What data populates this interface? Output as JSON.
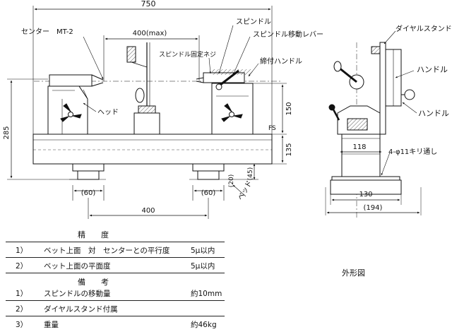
{
  "front_view": {
    "dim_total_width": "750",
    "dim_center_span": "400(max)",
    "dim_height": "285",
    "dim_150": "150",
    "dim_135": "135",
    "dim_45": "(45)",
    "dim_20": "(20)",
    "dim_foot_left": "(60)",
    "dim_foot_right": "(60)",
    "dim_foot_pitch": "400",
    "label_center": "センター　MT-2",
    "label_spindle": "スピンドル",
    "label_spindle_lever": "スピンドル移動レバー",
    "label_spindle_screw": "スピンドル固定ネジ",
    "label_clamp_handle": "締付ハンドル",
    "label_head": "ヘッド",
    "label_bed": "ベッド",
    "label_fs": "FS"
  },
  "side_view": {
    "label_dial_stand": "ダイヤルスタンド",
    "label_handle_upper": "ハンドル",
    "label_handle_lower": "ハンドル",
    "dim_118": "118",
    "dim_130": "130",
    "dim_194": "(194)",
    "label_holes": "4-φ11キリ通し"
  },
  "spec": {
    "accuracy_heading": "精　　度",
    "accuracy": [
      {
        "num": "1）",
        "item": "ベット上面　対　センターとの平行度",
        "value": "5μ以内"
      },
      {
        "num": "2）",
        "item": "ベット上面の平面度",
        "value": "5μ以内"
      }
    ],
    "notes_heading": "備　　考",
    "notes": [
      {
        "num": "1）",
        "item": "スピンドルの移動量",
        "value": "約10mm"
      },
      {
        "num": "2）",
        "item": "ダイヤルスタンド付属",
        "value": ""
      },
      {
        "num": "3）",
        "item": "重量",
        "value": "約46kg"
      }
    ]
  },
  "caption": "外形図"
}
